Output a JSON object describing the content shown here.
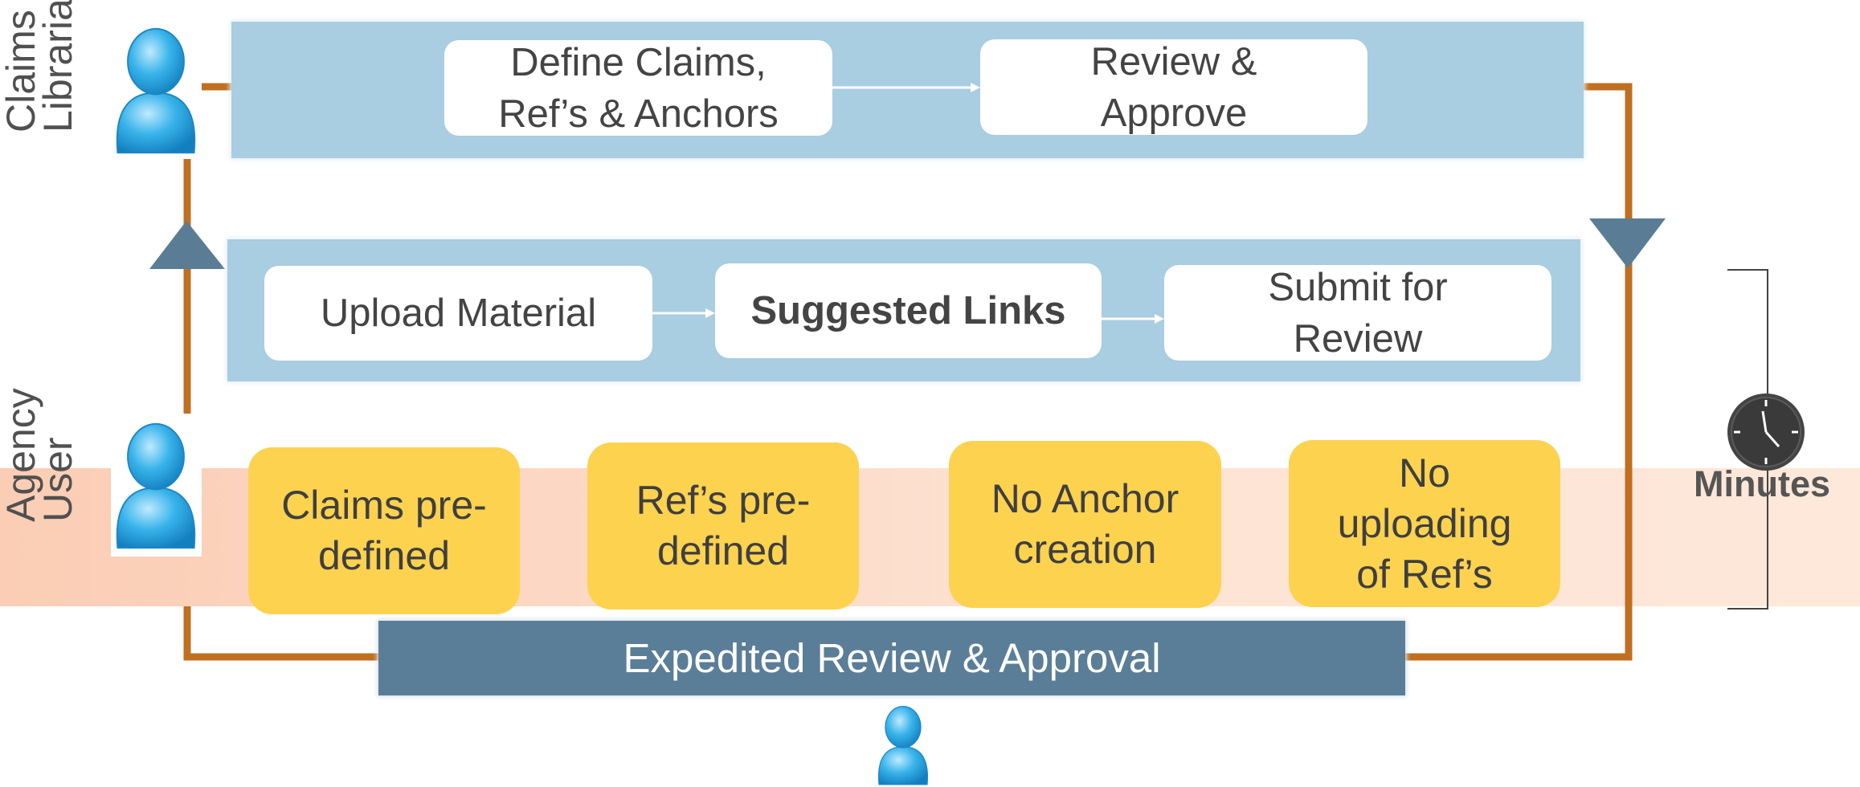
{
  "lanes": {
    "claims_librarian": "Claims\nLibrarian",
    "agency_user": "Agency\nUser"
  },
  "librarian_steps": [
    "Define Claims,\nRef’s & Anchors",
    "Review &\nApprove"
  ],
  "agency_steps": [
    "Upload Material",
    "Suggested Links",
    "Submit for\nReview"
  ],
  "improvements": [
    "Claims pre-\ndefined",
    "Ref’s pre-\ndefined",
    "No Anchor\ncreation",
    "No\nuploading\nof  Ref’s"
  ],
  "expedited": "Expedited Review & Approval",
  "duration": "Minutes",
  "colors": {
    "flow_line": "#c06f21",
    "panel": "#a9cde1",
    "highlight": "#fdd24f",
    "dark_bar": "#5b7e98",
    "band": "#fcd3bd",
    "person": "#2aa7e0"
  },
  "icons": [
    "person-icon",
    "clock-icon",
    "arrow-up-icon",
    "arrow-down-icon",
    "bracket-icon"
  ]
}
